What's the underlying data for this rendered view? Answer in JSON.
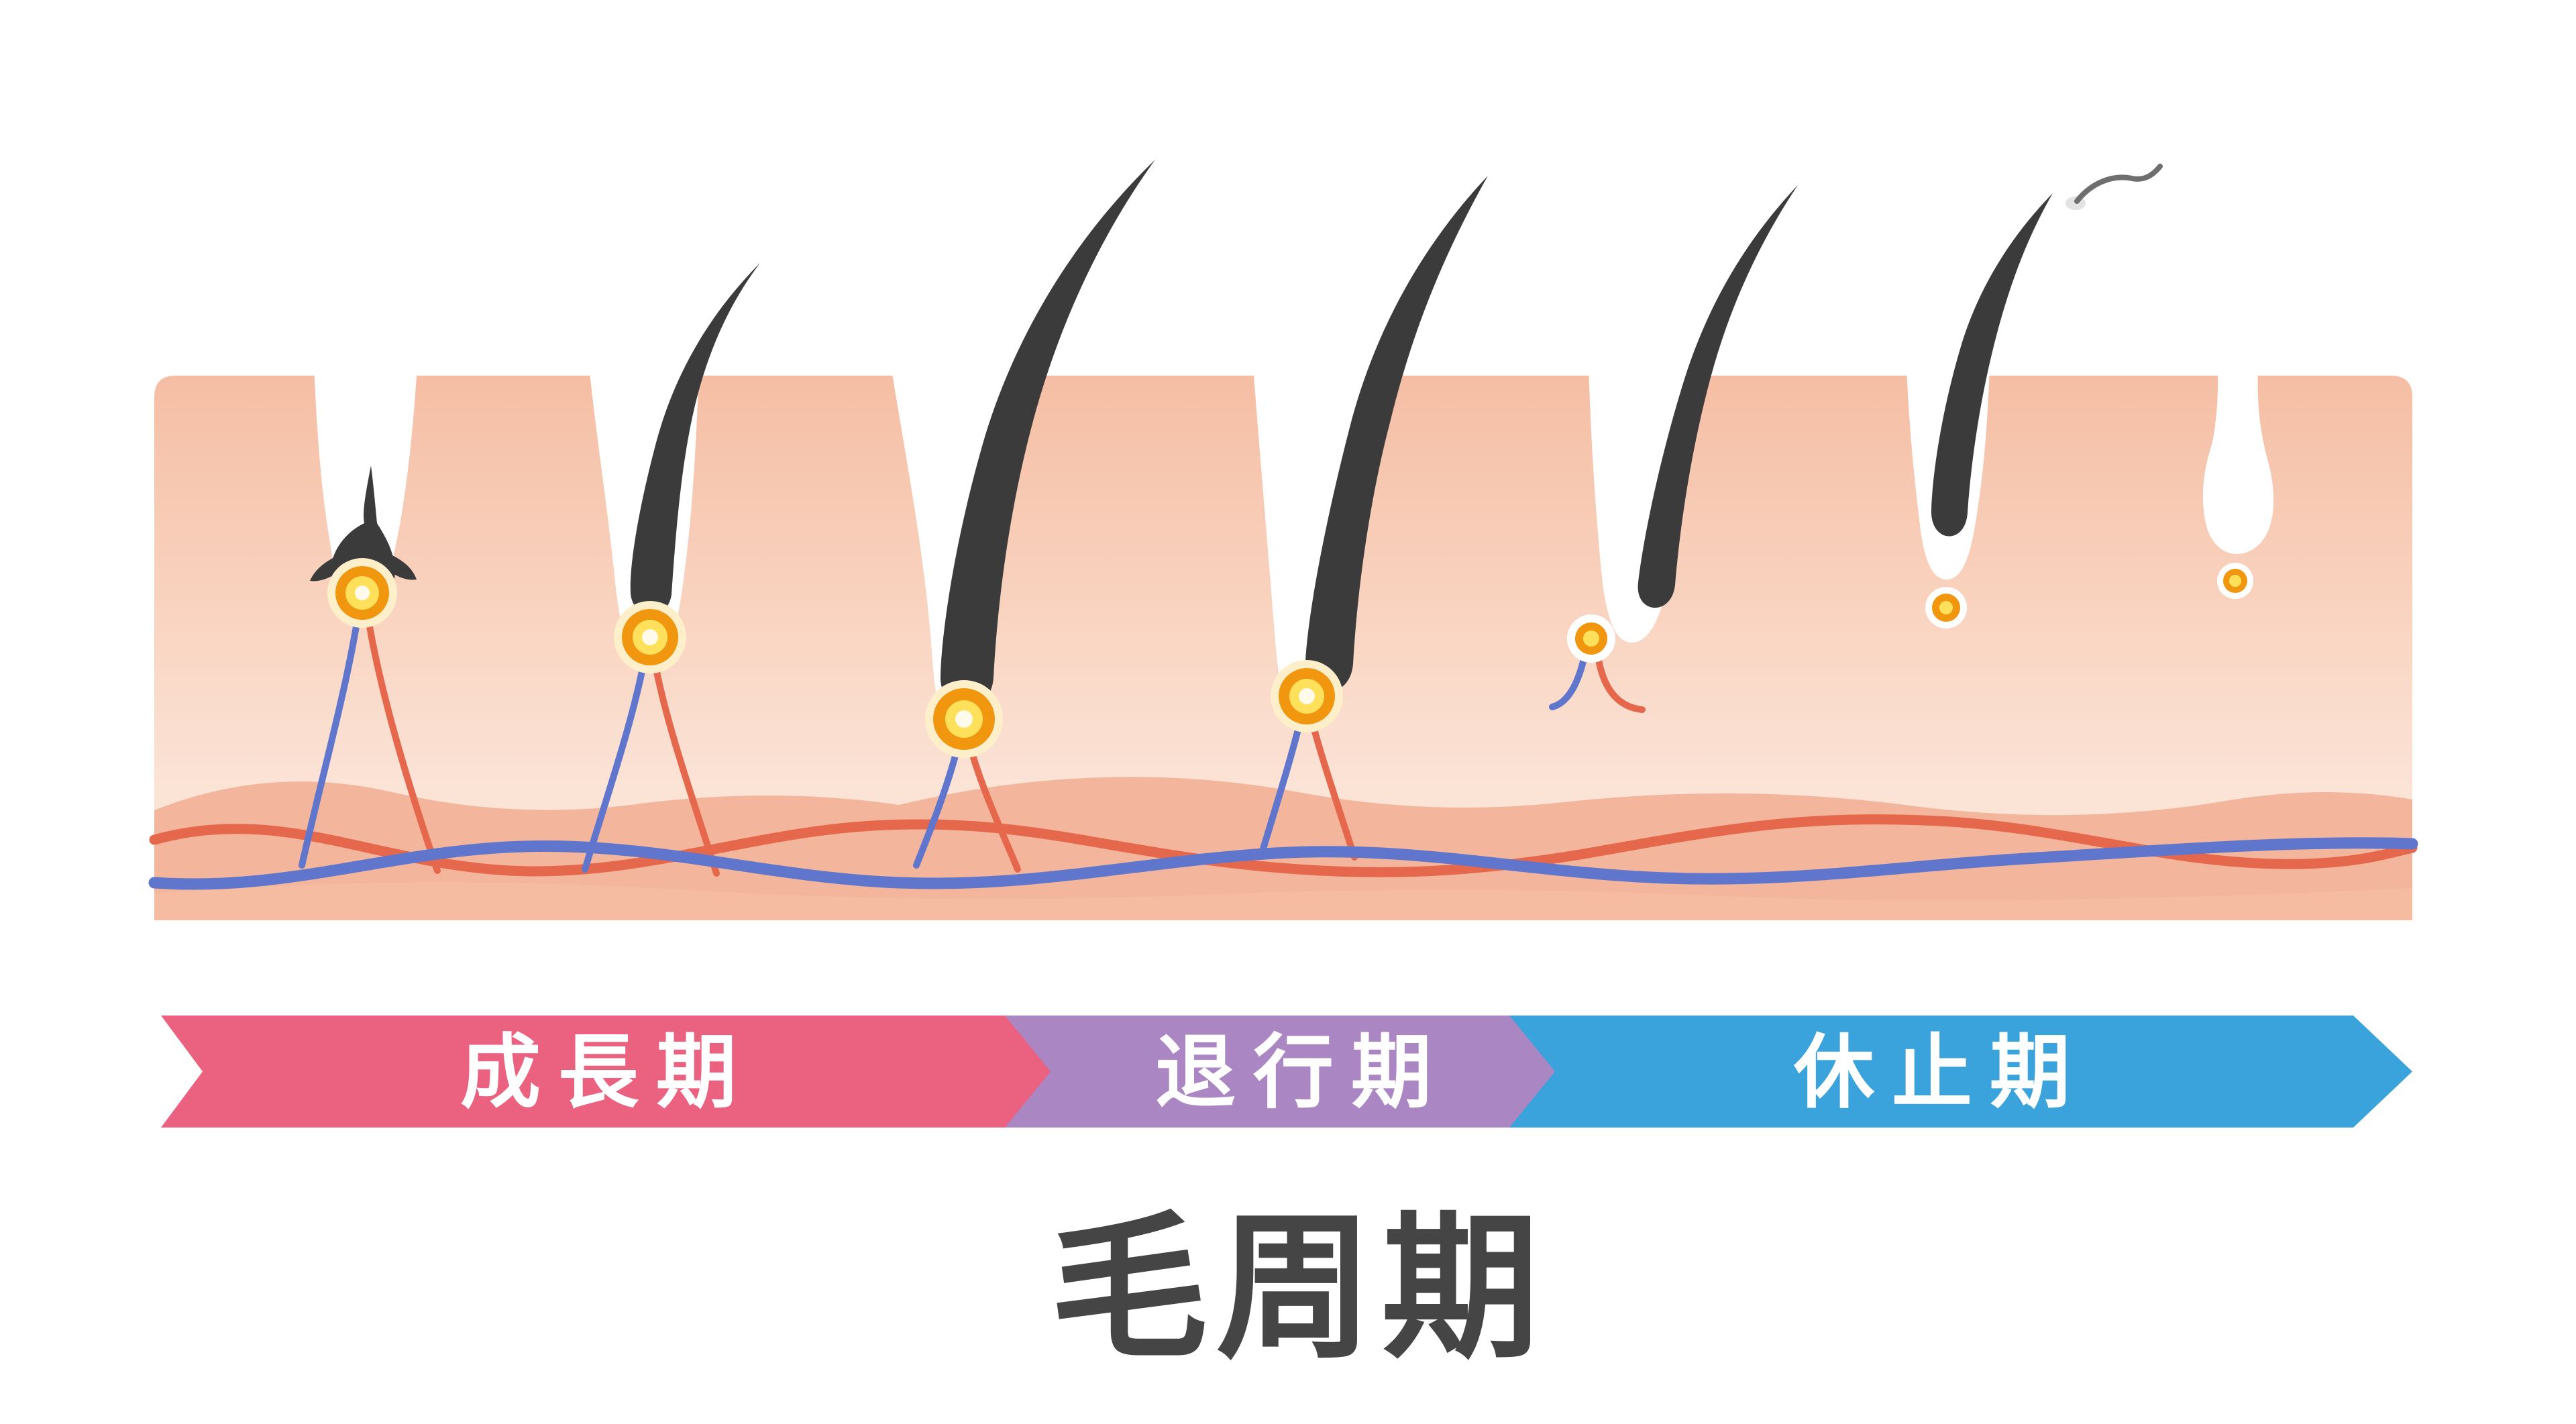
{
  "title": {
    "text": "毛周期",
    "color": "#454545"
  },
  "timeline": {
    "label_color": "#ffffff",
    "phases": [
      {
        "label": "成長期",
        "color": "#eb6180"
      },
      {
        "label": "退行期",
        "color": "#aa86c3"
      },
      {
        "label": "休止期",
        "color": "#3aa3dc"
      }
    ]
  },
  "illustration": {
    "background_color": "#ffffff",
    "skin": {
      "base_top": "#f5bea4",
      "base_mid": "#f9d3bf",
      "base_light": "#fbe3d6",
      "dermis_color": "#f2b096",
      "deep_color": "#f5bca2"
    },
    "vessels": {
      "artery_color": "#e5684c",
      "vein_color": "#6076cc"
    },
    "hair_color": "#3b3b3b",
    "follicle_color": "#ffffff",
    "papilla": {
      "halo": "#fdefc9",
      "outer": "#f0960f",
      "mid": "#ffe05a",
      "core": "#fffbea"
    },
    "shed_hair": {
      "strand_color": "#6e6e6e",
      "club_color": "#e3e3e3"
    }
  }
}
